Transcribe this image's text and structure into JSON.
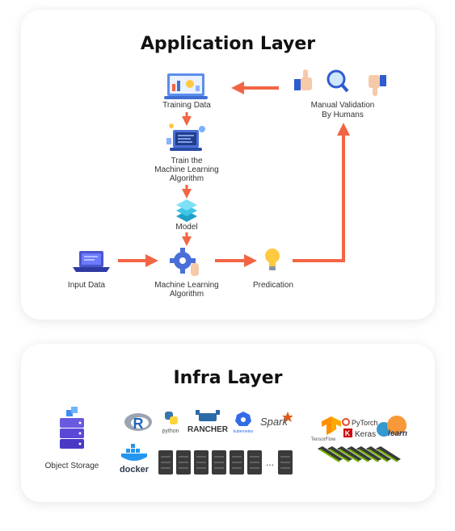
{
  "application_layer": {
    "title": "Application Layer",
    "nodes": {
      "training_data": "Training Data",
      "train_algorithm_line1": "Train the",
      "train_algorithm_line2": "Machine Learning",
      "train_algorithm_line3": "Algorithm",
      "model": "Model",
      "input_data": "Input Data",
      "ml_algorithm_line1": "Machine Learning",
      "ml_algorithm_line2": "Algorithm",
      "prediction": "Predication",
      "manual_validation_line1": "Manual Validation",
      "manual_validation_line2": "By Humans"
    },
    "colors": {
      "arrow": "#f26544",
      "accent_blue": "#3f6fd1"
    }
  },
  "infra_layer": {
    "title": "Infra Layer",
    "object_storage": "Object Storage",
    "logos": {
      "r": "R",
      "python": "python",
      "rancher": "RANCHER",
      "kubernetes": "kubernetes",
      "spark": "Spark",
      "docker": "docker",
      "tensorflow": "TensorFlow",
      "pytorch": "PyTorch",
      "keras": "Keras",
      "sklearn": "learn"
    },
    "ellipsis": "..."
  }
}
